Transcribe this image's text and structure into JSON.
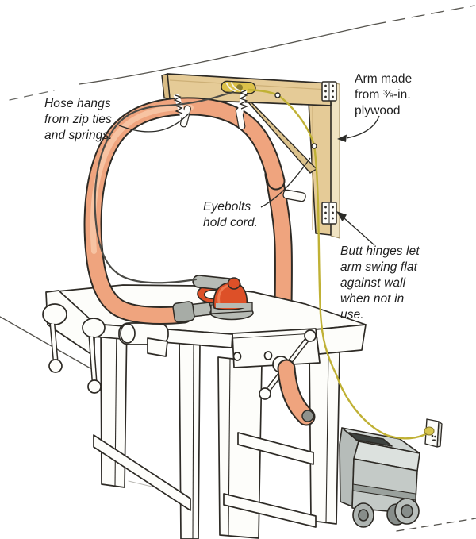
{
  "figure": {
    "kind": "workshop-dust-hose-swing-arm-illustration",
    "labels": [
      {
        "id": "hose-hangs",
        "style": "italic",
        "lines": [
          "Hose hangs",
          "from zip ties",
          "and springs."
        ]
      },
      {
        "id": "arm-material",
        "style": "normal",
        "lines": [
          "Arm made",
          "from ⅜-in.",
          "plywood"
        ]
      },
      {
        "id": "eyebolts",
        "style": "italic",
        "lines": [
          "Eyebolts",
          "hold cord."
        ]
      },
      {
        "id": "butt-hinges",
        "style": "italic",
        "lines": [
          "Butt hinges let",
          "arm swing flat",
          "against wall",
          "when not in",
          "use."
        ]
      }
    ],
    "colors": {
      "paper": "#ffffff",
      "ink": "#2d2a25",
      "wood": "#e5cb97",
      "wood_shadow": "#cdb077",
      "hose": "#efa47e",
      "hose_highlight": "#f7c6a6",
      "sander_body": "#dd5028",
      "tool_gray": "#b7bbb5",
      "vacuum_gray": "#c4cac7",
      "cord_yellow": "#c0b135",
      "cord_dark": "#4b4b46",
      "cleat_yellow": "#dcc14a",
      "text": "#1f1f1f"
    },
    "components": [
      "wall-line",
      "swing-arm",
      "wall-board",
      "diagonal-brace",
      "butt-hinges",
      "cord-cleat",
      "eyebolts",
      "springs",
      "zip-ties",
      "dust-hose",
      "random-orbit-sander",
      "workbench",
      "bench-vises",
      "shop-vacuum",
      "power-cord",
      "wall-outlet"
    ]
  }
}
